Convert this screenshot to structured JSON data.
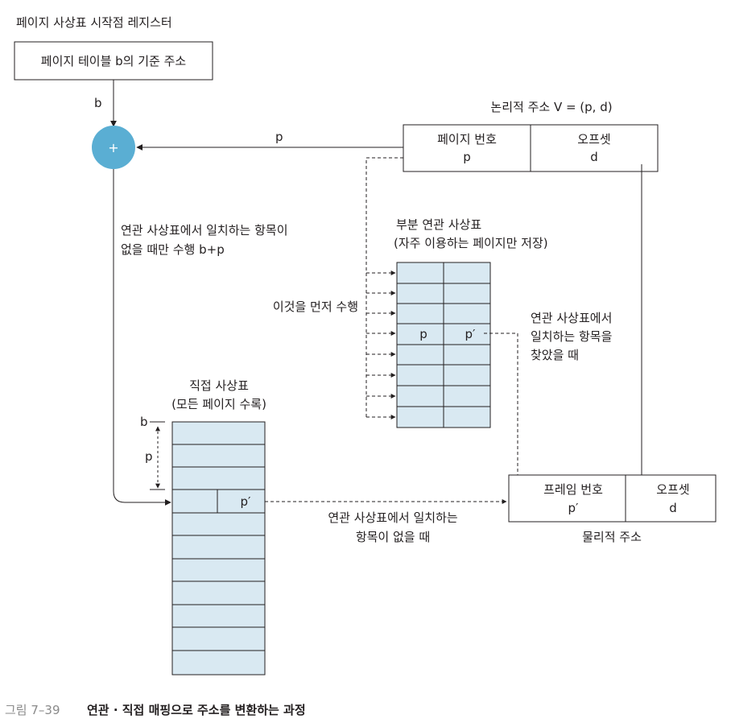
{
  "register": {
    "title": "페이지 사상표 시작점 레지스터",
    "box_label": "페이지 테이블 b의 기준 주소",
    "b_label": "b"
  },
  "adder": {
    "symbol": "+",
    "color": "#5aaed3"
  },
  "logical_address": {
    "title": "논리적 주소 V = (p, d)",
    "page_number_label": "페이지 번호",
    "page_number_var": "p",
    "offset_label": "오프셋",
    "offset_var": "d",
    "p_arrow_label": "p"
  },
  "associative_table": {
    "title_line1": "부분 연관 사상표",
    "title_line2": "(자주 이용하는 페이지만 저장)",
    "row_p": "p",
    "row_p_prime": "p′",
    "first_note": "이것을 먼저 수행",
    "found_note_line1": "연관 사상표에서",
    "found_note_line2": "일치하는 항목을",
    "found_note_line3": "찾았을 때"
  },
  "adder_note": {
    "line1": "연관 사상표에서 일치하는 항목이",
    "line2": "없을 때만 수행 b+p"
  },
  "direct_table": {
    "title_line1": "직접 사상표",
    "title_line2": "(모든 페이지 수록)",
    "b_marker": "b",
    "p_marker": "p",
    "entry": "p′",
    "not_found_line1": "연관 사상표에서 일치하는",
    "not_found_line2": "항목이 없을 때"
  },
  "physical_address": {
    "frame_label": "프레임 번호",
    "frame_var": "p′",
    "offset_label": "오프셋",
    "offset_var": "d",
    "title": "물리적 주소"
  },
  "caption": {
    "number": "그림 7–39",
    "title": "연관 · 직접 매핑으로 주소를 변환하는 과정"
  },
  "colors": {
    "table_fill": "#d9e9f2",
    "line": "#231f20",
    "circle": "#5aaed3"
  }
}
